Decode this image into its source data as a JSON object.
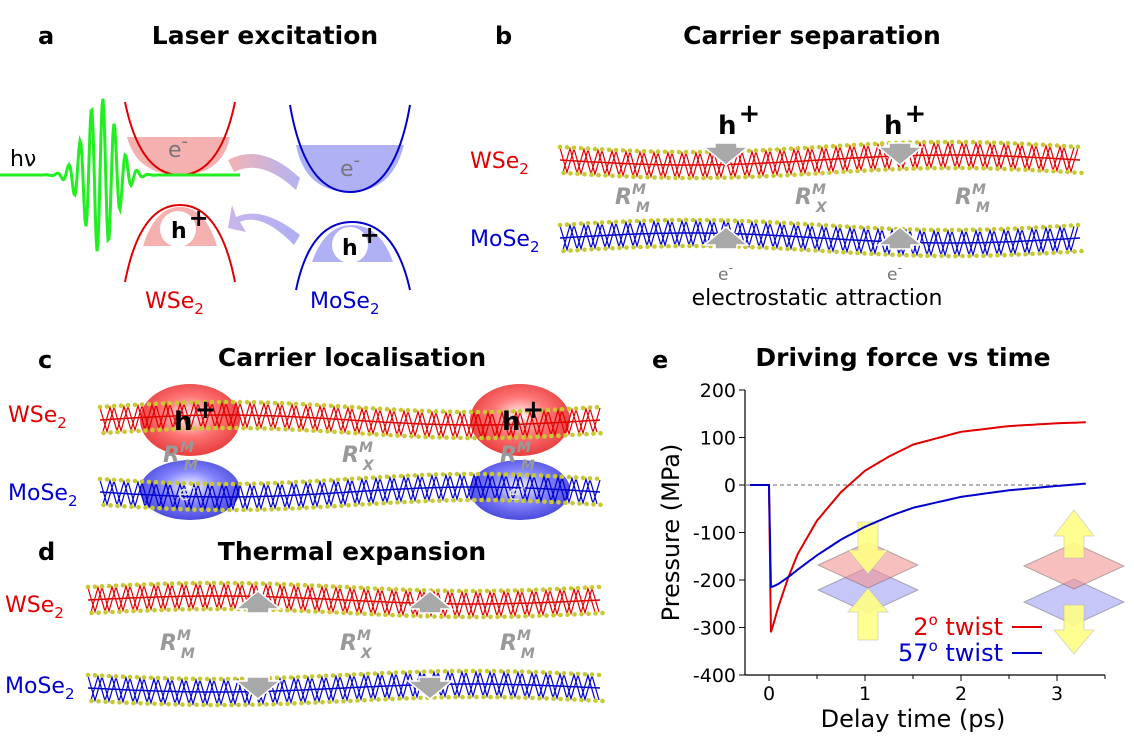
{
  "panels": {
    "a": {
      "letter": "a",
      "title": "Laser excitation",
      "hv": "hν",
      "electron": "e",
      "electron_sup": "-",
      "hole": "h",
      "hole_sup": "+",
      "wse2": "WSe",
      "mose2": "MoSe",
      "sub": "2"
    },
    "b": {
      "letter": "b",
      "title": "Carrier separation",
      "hole": "h",
      "hole_sup": "+",
      "electron": "e",
      "electron_sup": "-",
      "wse2": "WSe",
      "mose2": "MoSe",
      "sub": "2",
      "stacking": [
        {
          "main": "R",
          "sup": "M",
          "sub": "M"
        },
        {
          "main": "R",
          "sup": "M",
          "sub": "X"
        },
        {
          "main": "R",
          "sup": "M",
          "sub": "M"
        }
      ],
      "caption": "electrostatic attraction"
    },
    "c": {
      "letter": "c",
      "title": "Carrier localisation",
      "hole": "h",
      "hole_sup": "+",
      "electron": "e",
      "electron_sup": "-",
      "wse2": "WSe",
      "mose2": "MoSe",
      "sub": "2",
      "stacking": [
        {
          "main": "R",
          "sup": "M",
          "sub": "M"
        },
        {
          "main": "R",
          "sup": "M",
          "sub": "X"
        },
        {
          "main": "R",
          "sup": "M",
          "sub": "M"
        }
      ]
    },
    "d": {
      "letter": "d",
      "title": "Thermal expansion",
      "wse2": "WSe",
      "mose2": "MoSe",
      "sub": "2",
      "stacking": [
        {
          "main": "R",
          "sup": "M",
          "sub": "M"
        },
        {
          "main": "R",
          "sup": "M",
          "sub": "X"
        },
        {
          "main": "R",
          "sup": "M",
          "sub": "M"
        }
      ]
    },
    "e": {
      "letter": "e",
      "title": "Driving force vs time"
    }
  },
  "colors": {
    "wse2": "#e00000",
    "mose2": "#0000cc",
    "laser": "#22ee22",
    "arrow": "#a9a9a9",
    "selenium": "#c8c830"
  },
  "chart_data": {
    "type": "line",
    "title": "Driving force vs time",
    "xlabel": "Delay time (ps)",
    "ylabel": "Pressure (MPa)",
    "xlim": [
      -0.25,
      3.5
    ],
    "ylim": [
      -400,
      200
    ],
    "xticks": [
      0,
      1,
      2,
      3
    ],
    "yticks": [
      -400,
      -300,
      -200,
      -100,
      0,
      100,
      200
    ],
    "legend": "bottom-right",
    "series": [
      {
        "name": "2° twist",
        "label_main": "2",
        "label_sup": "o",
        "label_rest": " twist",
        "color": "#e00000",
        "x": [
          -0.2,
          0,
          0.02,
          0.05,
          0.1,
          0.2,
          0.3,
          0.5,
          0.75,
          1.0,
          1.25,
          1.5,
          2.0,
          2.5,
          3.0,
          3.3
        ],
        "y": [
          0,
          0,
          -310,
          -290,
          -255,
          -195,
          -145,
          -75,
          -15,
          30,
          60,
          85,
          112,
          124,
          130,
          132
        ]
      },
      {
        "name": "57° twist",
        "label_main": "57",
        "label_sup": "o",
        "label_rest": " twist",
        "color": "#0000cc",
        "x": [
          -0.2,
          0,
          0.02,
          0.05,
          0.1,
          0.2,
          0.3,
          0.5,
          0.75,
          1.0,
          1.25,
          1.5,
          2.0,
          2.5,
          3.0,
          3.3
        ],
        "y": [
          0,
          0,
          -215,
          -213,
          -208,
          -194,
          -178,
          -148,
          -115,
          -88,
          -66,
          -48,
          -25,
          -11,
          -2,
          3
        ]
      }
    ]
  }
}
